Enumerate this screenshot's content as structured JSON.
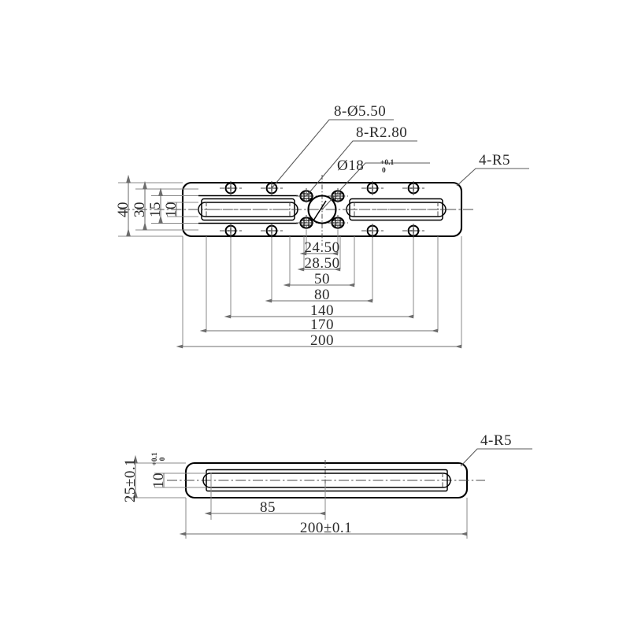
{
  "drawing": {
    "title": "Mounting Plate Engineering Drawing",
    "background_color": "#ffffff",
    "line_color": "#000000",
    "dimension_color": "#6d6d6d"
  },
  "top_view": {
    "name": "plan-view",
    "leaders": [
      {
        "id": "holes",
        "label": "8-Ø5.50"
      },
      {
        "id": "fillets-inner",
        "label": "8-R2.80"
      },
      {
        "id": "center-bore",
        "label": "Ø18",
        "tol_upper": "+0.1",
        "tol_lower": "0"
      },
      {
        "id": "corner-radius",
        "label": "4-R5"
      }
    ],
    "vertical_dims": [
      {
        "label": "40"
      },
      {
        "label": "30"
      },
      {
        "label": "15"
      },
      {
        "label": "10"
      }
    ],
    "horizontal_dims": [
      {
        "label": "24.50"
      },
      {
        "label": "28.50"
      },
      {
        "label": "50"
      },
      {
        "label": "80"
      },
      {
        "label": "140"
      },
      {
        "label": "170"
      },
      {
        "label": "200"
      }
    ]
  },
  "side_view": {
    "name": "front-view",
    "leaders": [
      {
        "id": "corner-radius",
        "label": "4-R5"
      }
    ],
    "vertical_dims": [
      {
        "label": "25±0.1"
      },
      {
        "label": "10",
        "tol_upper": "+0.1",
        "tol_lower": "0"
      }
    ],
    "horizontal_dims": [
      {
        "label": "85"
      },
      {
        "label": "200±0.1"
      }
    ]
  }
}
